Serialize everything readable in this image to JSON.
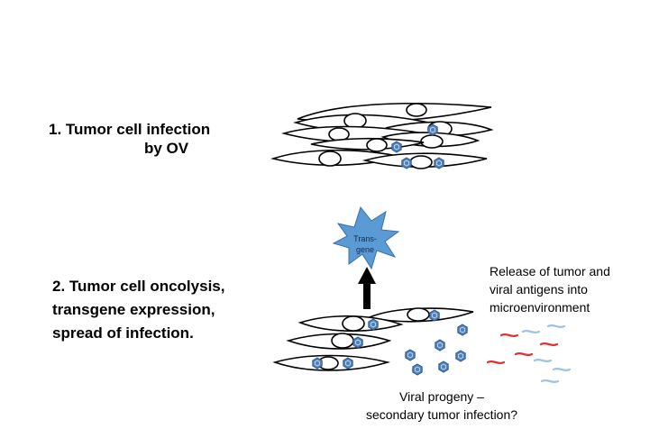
{
  "step1": {
    "line1": "1. Tumor cell infection",
    "line2": "by OV"
  },
  "step2": {
    "lines": [
      "2. Tumor cell oncolysis,",
      "transgene expression,",
      "spread of  infection."
    ]
  },
  "release_note": {
    "lines": [
      "Release of tumor and",
      "viral antigens into",
      "microenvironment"
    ]
  },
  "progeny_note": {
    "lines": [
      "Viral progeny –",
      "secondary tumor infection?"
    ]
  },
  "transgene": {
    "line1": "Trans-",
    "line2": "gene"
  },
  "colors": {
    "virus_fill": "#4f81bd",
    "virus_stroke": "#2f5a8a",
    "star_fill": "#5b9bd5",
    "tumor_antigen": "#e03030",
    "viral_antigen": "#9dc3e6"
  },
  "icons": {
    "virus": "virus-particle-icon",
    "arrow": "arrow-up-icon",
    "burst": "transgene-burst-icon"
  }
}
